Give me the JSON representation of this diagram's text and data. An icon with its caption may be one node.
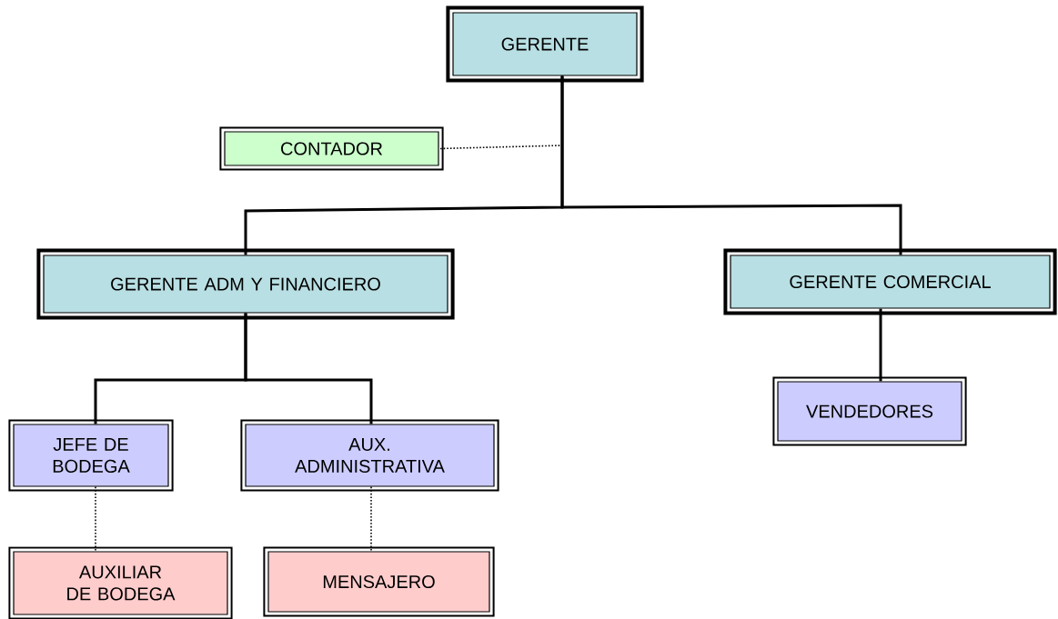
{
  "diagram": {
    "nodes": [
      {
        "text": [
          "GERENTE"
        ]
      },
      {
        "text": [
          "CONTADOR"
        ]
      },
      {
        "text": [
          "GERENTE ADM Y FINANCIERO"
        ]
      },
      {
        "text": [
          "GERENTE COMERCIAL"
        ]
      },
      {
        "text": [
          "JEFE DE BODEGA"
        ]
      },
      {
        "text": [
          "AUX. ADMINISTRATIVA"
        ]
      },
      {
        "text": [
          "VENDEDORES"
        ]
      },
      {
        "text": [
          "AUXILIAR DE BODEGA"
        ]
      },
      {
        "text": [
          "MENSAJERO"
        ]
      }
    ],
    "edges": [
      {
        "from": 0,
        "to": 1,
        "arrow": "none",
        "style": "dashed"
      },
      {
        "from": 0,
        "to": 2,
        "arrow": "none"
      },
      {
        "from": 0,
        "to": 3,
        "arrow": "none"
      },
      {
        "from": 2,
        "to": 4,
        "arrow": "none"
      },
      {
        "from": 2,
        "to": 5,
        "arrow": "none"
      },
      {
        "from": 3,
        "to": 6,
        "arrow": "none"
      },
      {
        "from": 4,
        "to": 7,
        "arrow": "none",
        "style": "dashed"
      },
      {
        "from": 5,
        "to": 8,
        "arrow": "none",
        "style": "dashed"
      }
    ]
  }
}
